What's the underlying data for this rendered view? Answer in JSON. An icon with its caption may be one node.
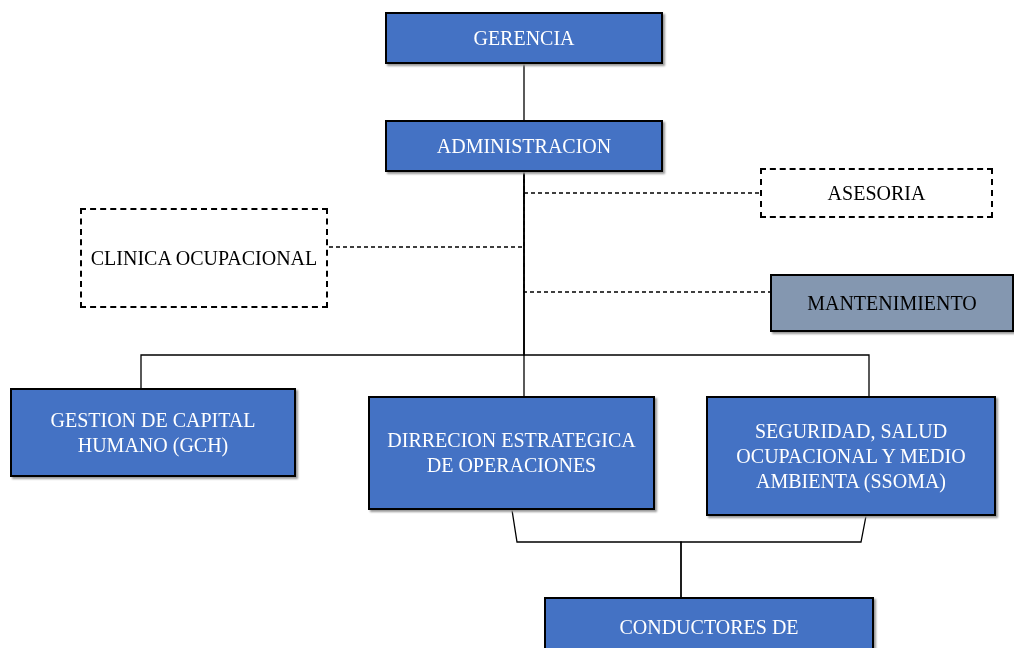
{
  "diagram": {
    "nodes": [
      {
        "text": [
          "GERENCIA"
        ]
      },
      {
        "text": [
          "ADMINISTRACION"
        ]
      },
      {
        "text": [
          "ASESORIA"
        ]
      },
      {
        "text": [
          "CLINICA OCUPACIONAL"
        ]
      },
      {
        "text": [
          "MANTENIMIENTO"
        ]
      },
      {
        "text": [
          "GESTION DE CAPITAL HUMANO (GCH)"
        ]
      },
      {
        "text": [
          "DIRRECION ESTRATEGICA DE OPERACIONES"
        ]
      },
      {
        "text": [
          "SEGURIDAD, SALUD OCUPACIONAL Y MEDIO AMBIENTA (SSOMA)"
        ]
      },
      {
        "text": [
          "CONDUCTORES DE"
        ]
      }
    ],
    "edges": [
      {
        "from": 0,
        "to": 1,
        "arrow": "none"
      },
      {
        "from": 1,
        "to": 2,
        "arrow": "none",
        "style": "dashed"
      },
      {
        "from": 1,
        "to": 3,
        "arrow": "none",
        "style": "dashed"
      },
      {
        "from": 1,
        "to": 4,
        "arrow": "none",
        "style": "dashed"
      },
      {
        "from": 1,
        "to": 5,
        "arrow": "none"
      },
      {
        "from": 1,
        "to": 6,
        "arrow": "none"
      },
      {
        "from": 1,
        "to": 7,
        "arrow": "none"
      },
      {
        "from": 6,
        "to": 8,
        "arrow": "none"
      },
      {
        "from": 7,
        "to": 8,
        "arrow": "none"
      }
    ]
  }
}
